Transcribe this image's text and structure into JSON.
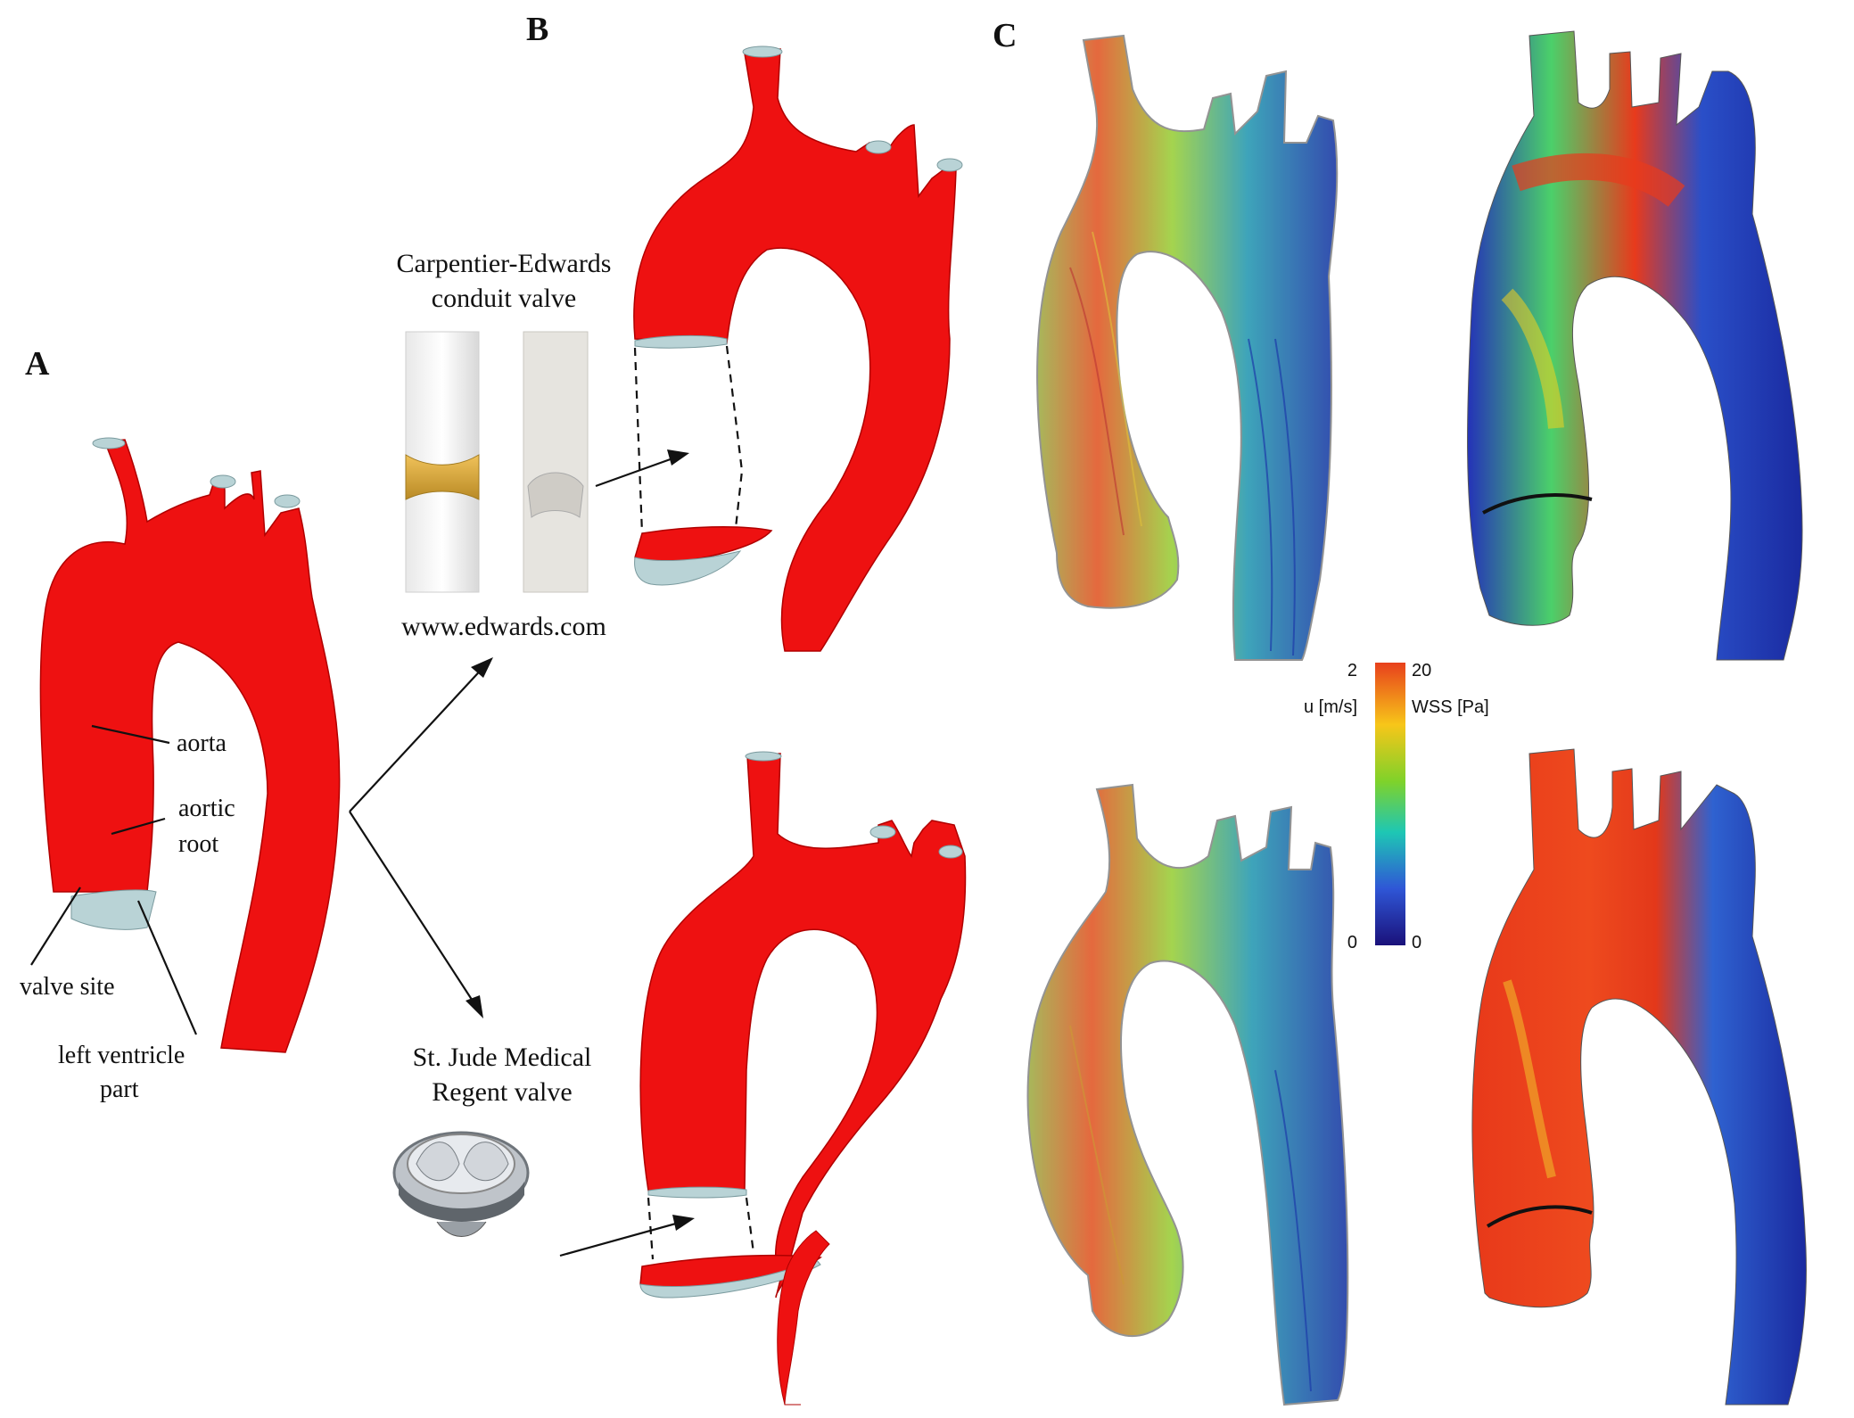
{
  "panels": {
    "a": "A",
    "b": "B",
    "c": "C"
  },
  "panel_a": {
    "labels": {
      "aorta": "aorta",
      "aortic_root_line1": "aortic",
      "aortic_root_line2": "root",
      "valve_site": "valve site",
      "lv_line1": "left ventricle",
      "lv_line2": "part"
    }
  },
  "panel_b": {
    "valve1_line1": "Carpentier-Edwards",
    "valve1_line2": "conduit valve",
    "source": "www.edwards.com",
    "valve2_line1": "St. Jude Medical",
    "valve2_line2": "Regent valve"
  },
  "colorbar": {
    "u_label": "u [m/s]",
    "u_max": "2",
    "u_min": "0",
    "wss_label": "WSS [Pa]",
    "wss_max": "20",
    "wss_min": "0",
    "colors": [
      "#e8401c",
      "#f7c619",
      "#7fd22a",
      "#1ec7b4",
      "#2f56d6",
      "#1a117a"
    ]
  },
  "colors": {
    "aorta": "#ee1111",
    "cap": "#b9d3d6"
  }
}
